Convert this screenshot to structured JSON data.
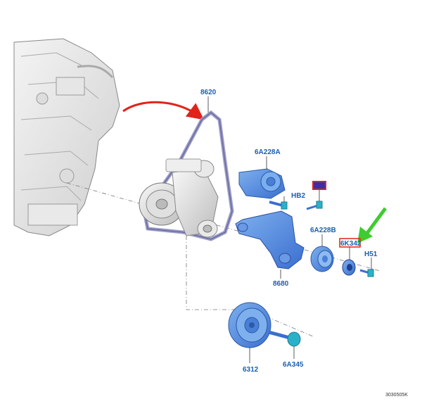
{
  "labels": {
    "belt": "8620",
    "tensioner": "6A228A",
    "bolt_hb2": "HB2",
    "idler": "6A228B",
    "pulley_part": "6K342",
    "bolt_h51": "H51",
    "bracket": "8680",
    "crank_pulley": "6312",
    "crank_bolt": "6A345"
  },
  "reference": "3030505K",
  "colors": {
    "part_blue": "#4a7fd8",
    "part_light_blue": "#6fa9e6",
    "label_blue": "#1a5fb4",
    "arrow_red": "#e0231b",
    "arrow_green": "#3fcc2f",
    "highlight_red": "#e0231b"
  }
}
